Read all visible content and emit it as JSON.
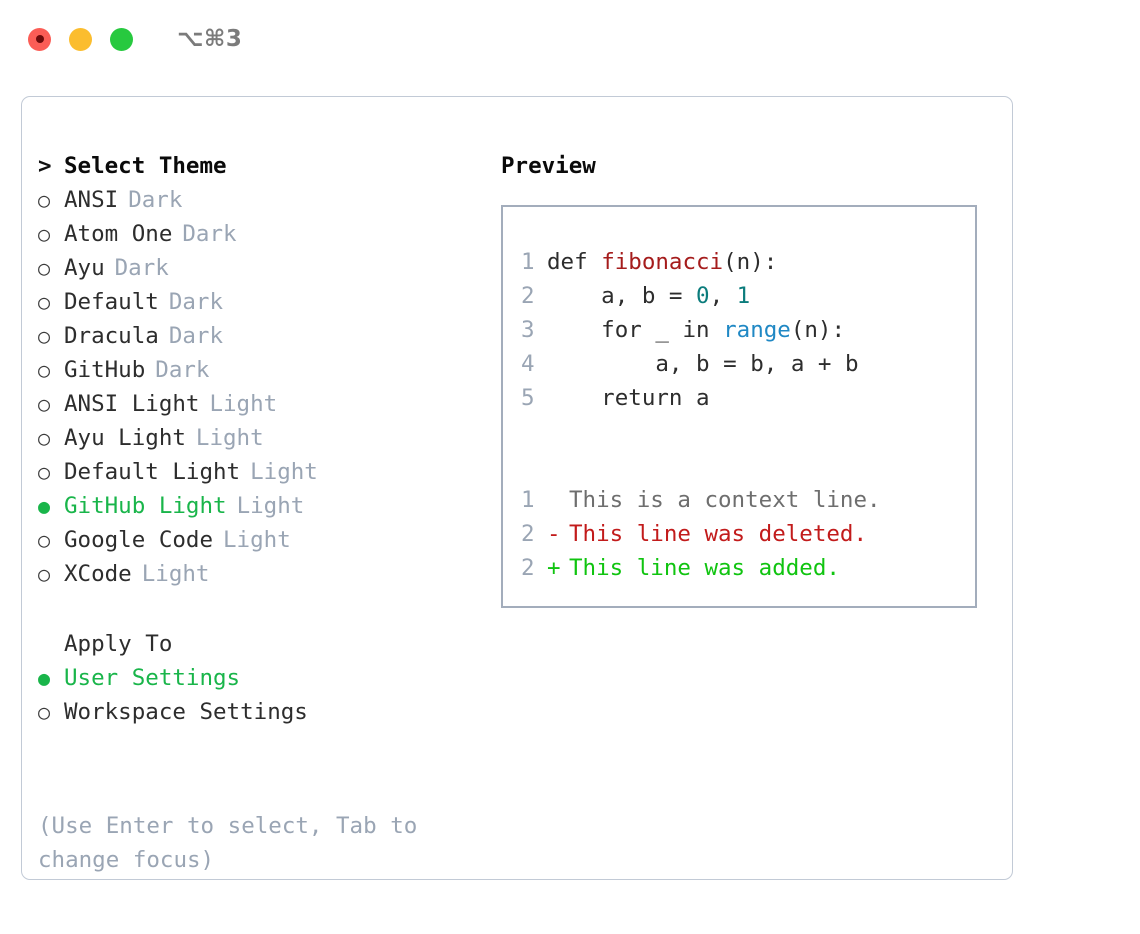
{
  "titlebar": {
    "shortcut": "⌥⌘3",
    "buttons": [
      {
        "name": "close",
        "color": "#fb5d56"
      },
      {
        "name": "minimize",
        "color": "#fbbd2e"
      },
      {
        "name": "maximize",
        "color": "#27c93f"
      }
    ]
  },
  "theme_list": {
    "header_marker": ">",
    "header": "Select Theme",
    "marker_unselected": "○",
    "marker_selected": "●",
    "items": [
      {
        "name": "ANSI",
        "tag": "Dark",
        "selected": false
      },
      {
        "name": "Atom One",
        "tag": "Dark",
        "selected": false
      },
      {
        "name": "Ayu",
        "tag": "Dark",
        "selected": false
      },
      {
        "name": "Default",
        "tag": "Dark",
        "selected": false
      },
      {
        "name": "Dracula",
        "tag": "Dark",
        "selected": false
      },
      {
        "name": "GitHub",
        "tag": "Dark",
        "selected": false
      },
      {
        "name": "ANSI Light",
        "tag": "Light",
        "selected": false
      },
      {
        "name": "Ayu Light",
        "tag": "Light",
        "selected": false
      },
      {
        "name": "Default Light",
        "tag": "Light",
        "selected": false
      },
      {
        "name": "GitHub Light",
        "tag": "Light",
        "selected": true
      },
      {
        "name": "Google Code",
        "tag": "Light",
        "selected": false
      },
      {
        "name": "XCode",
        "tag": "Light",
        "selected": false
      }
    ]
  },
  "apply_to": {
    "title": "Apply To",
    "items": [
      {
        "name": "User Settings",
        "selected": true
      },
      {
        "name": "Workspace Settings",
        "selected": false
      }
    ]
  },
  "hint": "(Use Enter to select, Tab to change focus)",
  "preview": {
    "title": "Preview",
    "code_lines": [
      {
        "number": "1",
        "tokens": [
          {
            "text": "def ",
            "type": "plain"
          },
          {
            "text": "fibonacci",
            "type": "fn"
          },
          {
            "text": "(n):",
            "type": "plain"
          }
        ]
      },
      {
        "number": "2",
        "tokens": [
          {
            "text": "    a, b = ",
            "type": "plain"
          },
          {
            "text": "0",
            "type": "num"
          },
          {
            "text": ", ",
            "type": "plain"
          },
          {
            "text": "1",
            "type": "num"
          }
        ]
      },
      {
        "number": "3",
        "tokens": [
          {
            "text": "    for _ in ",
            "type": "plain"
          },
          {
            "text": "range",
            "type": "blue"
          },
          {
            "text": "(n):",
            "type": "plain"
          }
        ]
      },
      {
        "number": "4",
        "tokens": [
          {
            "text": "        a, b = b, a + b",
            "type": "plain"
          }
        ]
      },
      {
        "number": "5",
        "tokens": [
          {
            "text": "    return a",
            "type": "plain"
          }
        ]
      }
    ],
    "diff_lines": [
      {
        "number": "1",
        "sign": " ",
        "text": "This is a context line.",
        "kind": "context"
      },
      {
        "number": "2",
        "sign": "-",
        "text": "This line was deleted.",
        "kind": "deleted"
      },
      {
        "number": "2",
        "sign": "+",
        "text": "This line was added.",
        "kind": "added"
      }
    ]
  },
  "colors": {
    "selected_green": "#19b54a",
    "tag_gray": "#9aa5b4",
    "function_red": "#a51c1c",
    "number_teal": "#0b7c7c",
    "builtin_blue": "#2088c4",
    "diff_delete_red": "#c21b1b",
    "diff_add_green": "#10c410",
    "panel_border": "#c2cad6",
    "preview_border": "#a3adbc"
  }
}
